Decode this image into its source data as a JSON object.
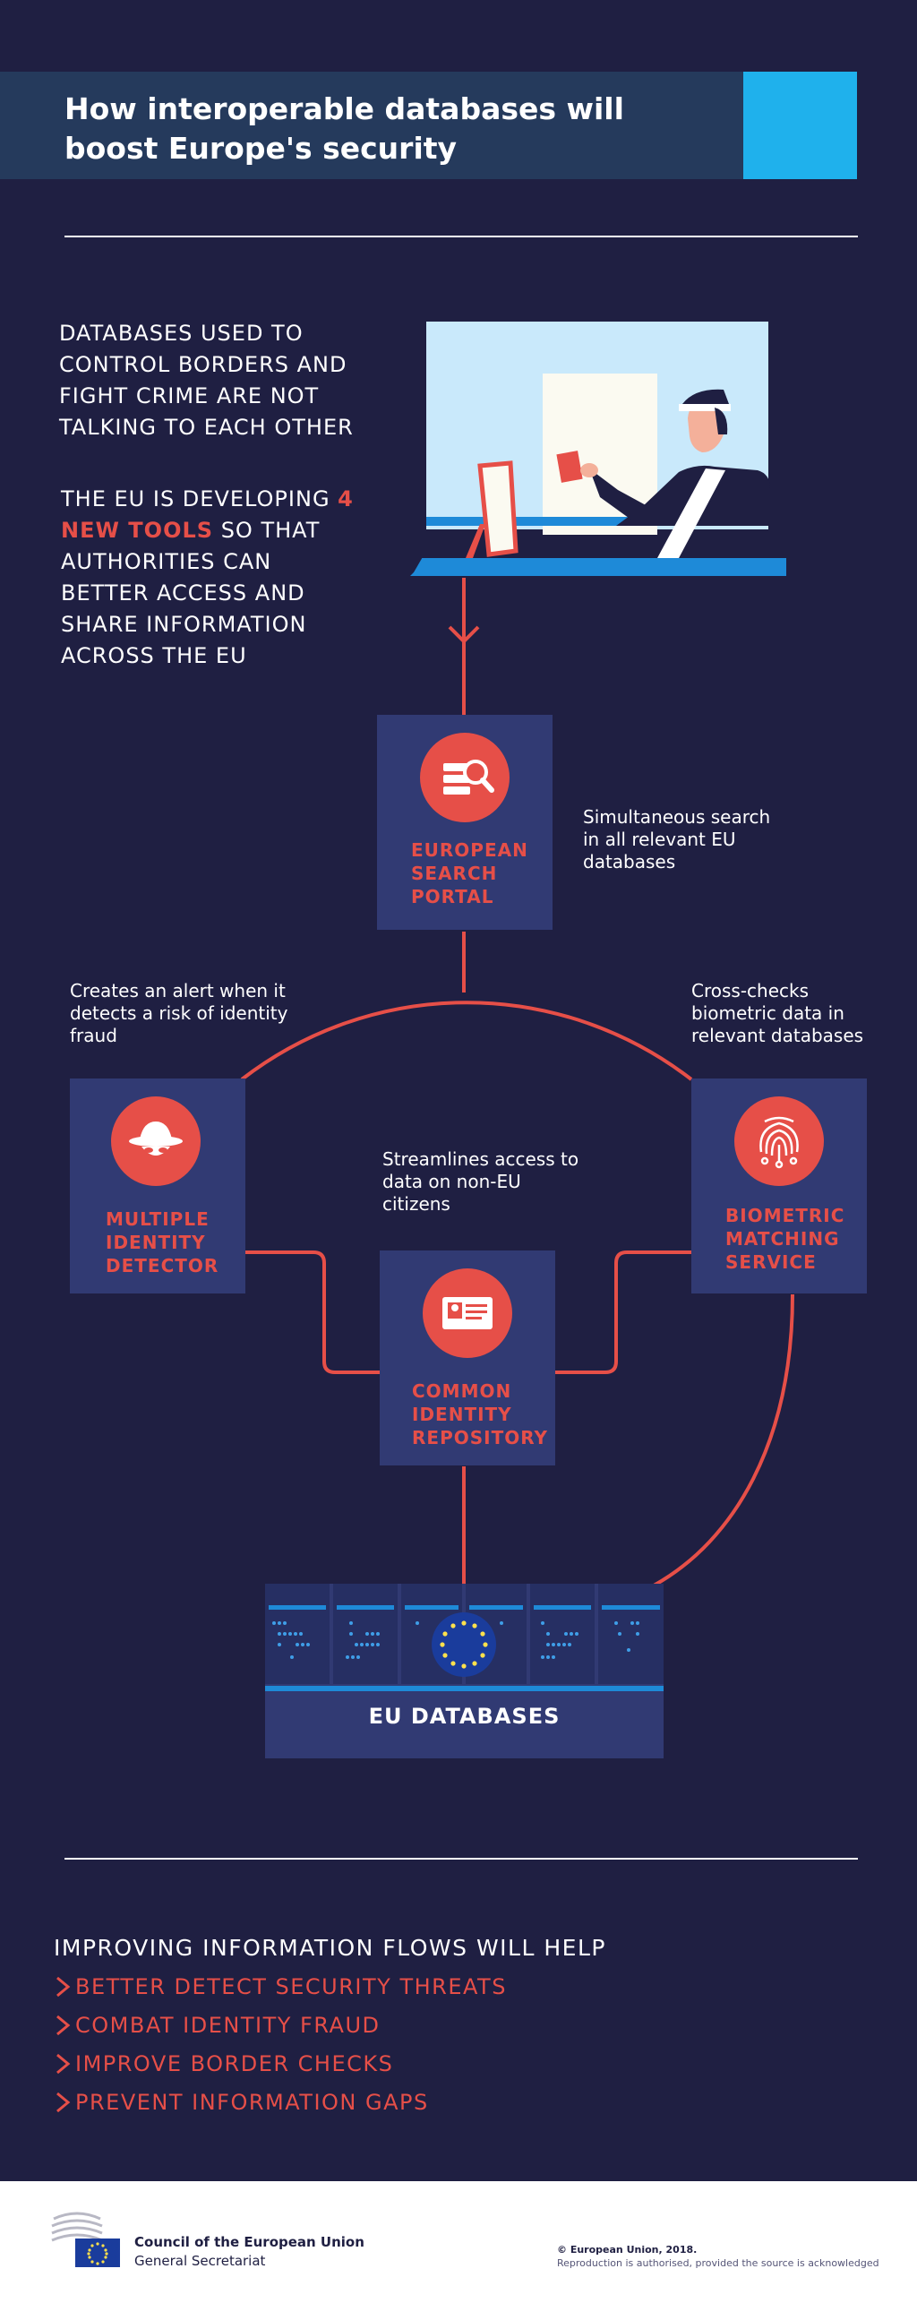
{
  "title": "How interoperable databases will boost Europe's security",
  "intro": {
    "p1": "DATABASES USED TO CONTROL BORDERS AND FIGHT CRIME ARE NOT TALKING TO EACH OTHER",
    "p2_pre": "THE EU IS DEVELOPING ",
    "p2_highlight": "4 NEW TOOLS",
    "p2_post": " SO THAT AUTHORITIES CAN BETTER ACCESS AND SHARE INFORMATION ACROSS THE EU"
  },
  "tools": {
    "esp": {
      "label": "EUROPEAN SEARCH PORTAL",
      "desc": "Simultaneous search in all relevant EU databases",
      "icon": "search-database-icon"
    },
    "mid": {
      "label": "MULTIPLE IDENTITY DETECTOR",
      "desc": "Creates an alert when it detects a risk of identity fraud",
      "icon": "spy-hat-icon"
    },
    "bms": {
      "label": "BIOMETRIC MATCHING SERVICE",
      "desc": "Cross-checks biometric data in relevant databases",
      "icon": "fingerprint-icon"
    },
    "cir": {
      "label": "COMMON IDENTITY REPOSITORY",
      "desc": "Streamlines access to data on non-EU citizens",
      "icon": "id-card-icon"
    }
  },
  "databases": {
    "label": "EU DATABASES"
  },
  "help": {
    "title": "IMPROVING INFORMATION FLOWS WILL HELP",
    "items": [
      "BETTER DETECT SECURITY THREATS",
      "COMBAT IDENTITY FRAUD",
      "IMPROVE BORDER CHECKS",
      "PREVENT INFORMATION GAPS"
    ]
  },
  "footer": {
    "org_name": "Council of the European Union",
    "org_sub": "General Secretariat",
    "copyright": "© European Union, 2018.",
    "reproduction": "Reproduction is authorised, provided the source is acknowledged"
  },
  "colors": {
    "background": "#1f1f42",
    "accent_red": "#e64f48",
    "accent_blue": "#1fb1ec",
    "box": "#313a73"
  }
}
